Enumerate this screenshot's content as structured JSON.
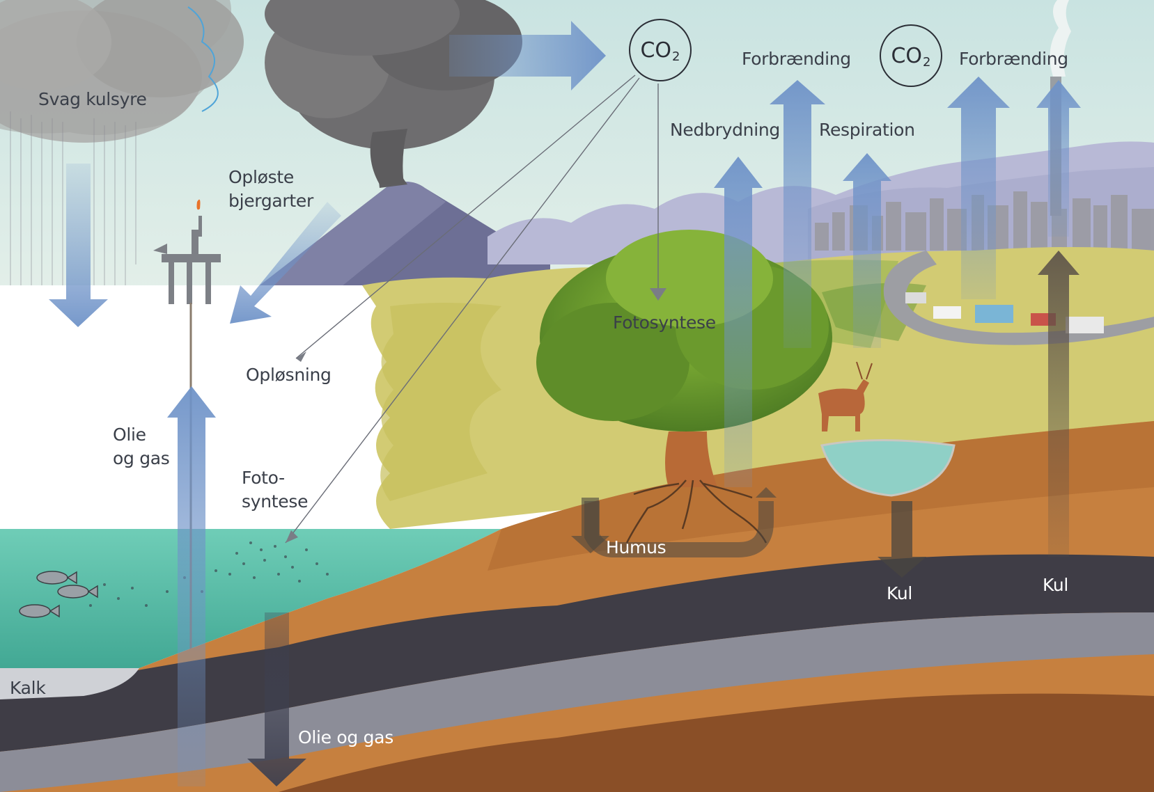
{
  "labels": {
    "svag_kulsyre": "Svag kulsyre",
    "oploste_line1": "Opløste",
    "oploste_line2": "bjergarter",
    "oplosning": "Opløsning",
    "olie_line1": "Olie",
    "olie_line2": "og gas",
    "foto_line1": "Foto-",
    "foto_line2": "syntese",
    "kalk": "Kalk",
    "olie_og_gas": "Olie og gas",
    "fotosyntese": "Fotosyntese",
    "humus": "Humus",
    "nedbrydning": "Nedbrydning",
    "forbraending_left": "Forbrænding",
    "respiration": "Respiration",
    "forbraending_right": "Forbrænding",
    "kul_left": "Kul",
    "kul_right": "Kul"
  },
  "co2": {
    "left": {
      "main": "CO",
      "sub": "2"
    },
    "right": {
      "main": "CO",
      "sub": "2"
    }
  },
  "colors": {
    "sky": "#d7ebe6",
    "sea": "#5fc3ad",
    "soil": "#c97a3a",
    "dark_layer": "#3d3c44",
    "grass": "#c9c25a",
    "tree": "#6f9a2e",
    "arrow_blue": "#6f93c8",
    "arrow_dark": "#4a4640"
  }
}
